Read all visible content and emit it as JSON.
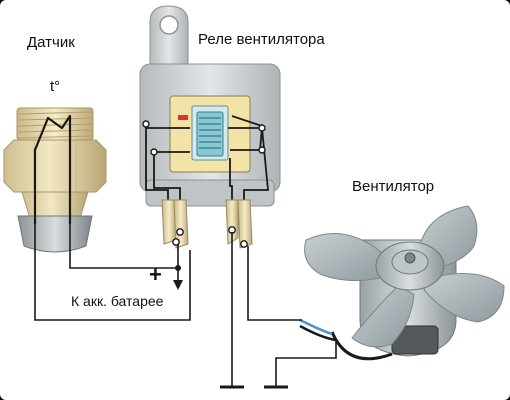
{
  "labels": {
    "sensor": "Датчик",
    "temperature": "t°",
    "relay": "Реле вентилятора",
    "fan": "Вентилятор",
    "battery": "К акк. батарее",
    "plus": "+"
  },
  "colors": {
    "wire": "#1a1a1a",
    "sensor_body": "#e9dcb0",
    "relay_cover": "#cfd3d6",
    "relay_window": "#f3e3a6",
    "relay_coil": "#86c9d4",
    "fan_blade": "#a9b3b7",
    "blue_wire": "#4a90d9"
  }
}
